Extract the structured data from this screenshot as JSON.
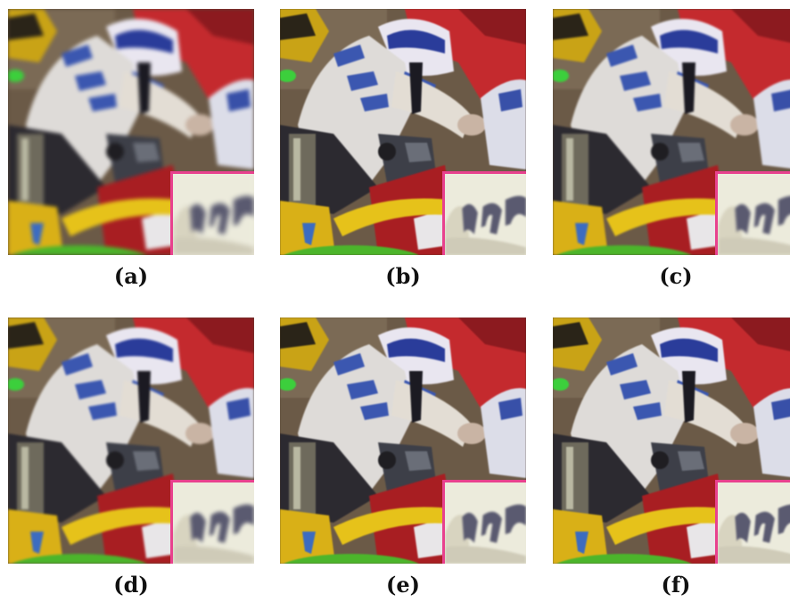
{
  "figure": {
    "inset_border_color": "#e8418e",
    "panels": [
      {
        "id": "a",
        "caption": "(a)"
      },
      {
        "id": "b",
        "caption": "(b)"
      },
      {
        "id": "c",
        "caption": "(c)"
      },
      {
        "id": "d",
        "caption": "(d)"
      },
      {
        "id": "e",
        "caption": "(e)"
      },
      {
        "id": "f",
        "caption": "(f)"
      }
    ]
  }
}
